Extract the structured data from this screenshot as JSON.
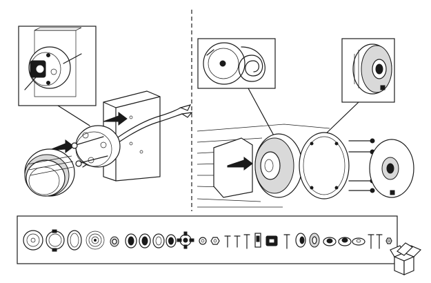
{
  "diagram": {
    "divider": "dashed",
    "panels": [
      {
        "id": "left",
        "description_icon": "surface-mount-speaker-installation"
      },
      {
        "id": "right",
        "description_icon": "component-speaker-exploded-view"
      }
    ],
    "parts_strip": {
      "items": [
        "woofer-icon",
        "mount-ring-icon",
        "oval-ring-icon",
        "coil-icon",
        "grommet-icon",
        "spacer-ring-icon",
        "spacer-ring-icon",
        "spacer-ring-icon",
        "spacer-ring-icon",
        "adapter-icon",
        "washer-icon",
        "nut-icon",
        "screw-icon",
        "screw-icon",
        "screw-icon",
        "clip-icon",
        "plate-icon",
        "screw-icon",
        "tweeter-cup-icon",
        "tweeter-ring-icon",
        "flush-mount-icon",
        "surface-mount-icon",
        "flat-mount-icon",
        "screw-icon",
        "screw-icon",
        "nut-icon"
      ]
    },
    "box_icon": "open-box-icon"
  }
}
